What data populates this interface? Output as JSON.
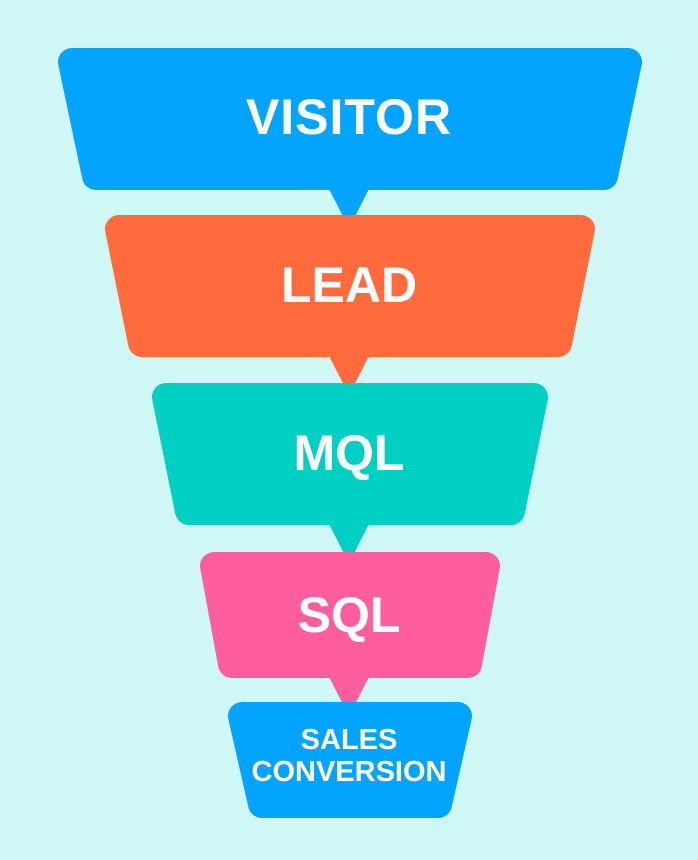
{
  "background": "#CEF7F5",
  "stages": [
    {
      "label": "VISITOR",
      "color": "#03A4FE"
    },
    {
      "label": "LEAD",
      "color": "#FF6B3D"
    },
    {
      "label": "MQL",
      "color": "#00CFC4"
    },
    {
      "label": "SQL",
      "color": "#FF5E9E"
    },
    {
      "label_line1": "SALES",
      "label_line2": "CONVERSION",
      "color": "#03A4FE"
    }
  ]
}
